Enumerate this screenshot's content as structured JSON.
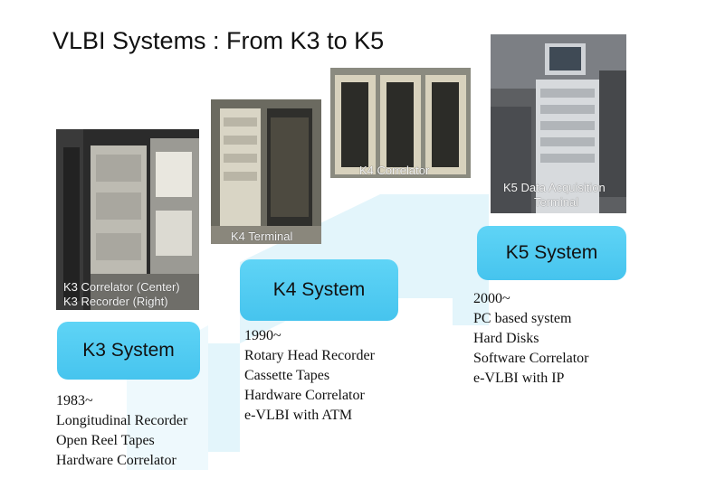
{
  "title": "VLBI Systems : From K3 to K5",
  "k3": {
    "photo_caption_line1": "K3 Correlator (Center)",
    "photo_caption_line2": "K3 Recorder (Right)",
    "system_label": "K3 System",
    "desc": [
      "1983~",
      "Longitudinal Recorder",
      "Open Reel Tapes",
      "Hardware Correlator"
    ]
  },
  "k4": {
    "terminal_caption": "K4 Terminal",
    "correlator_caption": "K4 Correlator",
    "system_label": "K4 System",
    "desc": [
      "1990~",
      "Rotary Head Recorder",
      "Cassette Tapes",
      "Hardware Correlator",
      "e-VLBI with ATM"
    ]
  },
  "k5": {
    "photo_caption_line1": "K5 Data Acquisition",
    "photo_caption_line2": "Terminal",
    "system_label": "K5 System",
    "desc": [
      "2000~",
      "PC based system",
      "Hard Disks",
      "Software Correlator",
      "e-VLBI with IP"
    ]
  },
  "colors": {
    "system_box": "#4cc8f0",
    "stairs": "#dff4fb"
  }
}
